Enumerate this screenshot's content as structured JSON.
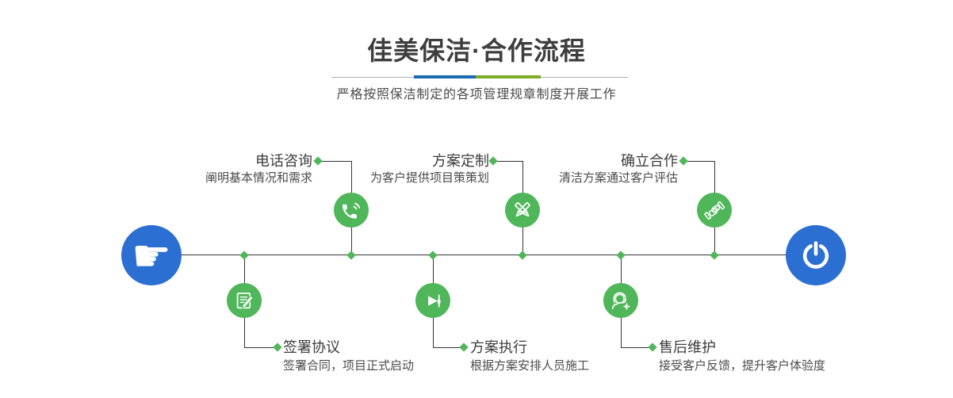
{
  "header": {
    "title": "佳美保洁·合作流程",
    "subtitle": "严格按照保洁制定的各项管理规章制度开展工作"
  },
  "colors": {
    "accent_green": "#50b65a",
    "accent_blue": "#2c6fd2",
    "divider_blue": "#1a6bb3",
    "divider_green": "#7eab2a",
    "line": "#333333"
  },
  "flow": {
    "start_icon": "pointing-hand",
    "end_icon": "power",
    "steps_top": [
      {
        "title": "电话咨询",
        "desc": "阐明基本情况和需求",
        "icon": "phone-icon"
      },
      {
        "title": "方案定制",
        "desc": "为客户提供项目策策划",
        "icon": "design-tools-icon"
      },
      {
        "title": "确立合作",
        "desc": "清洁方案通过客户评估",
        "icon": "handshake-icon"
      }
    ],
    "steps_bottom": [
      {
        "title": "签署协议",
        "desc": "签署合同，项目正式启动",
        "icon": "sign-document-icon"
      },
      {
        "title": "方案执行",
        "desc": "根据方案安排人员施工",
        "icon": "play-execute-icon"
      },
      {
        "title": "售后维护",
        "desc": "接受客户反馈，提升客户体验度",
        "icon": "headset-support-icon"
      }
    ]
  }
}
